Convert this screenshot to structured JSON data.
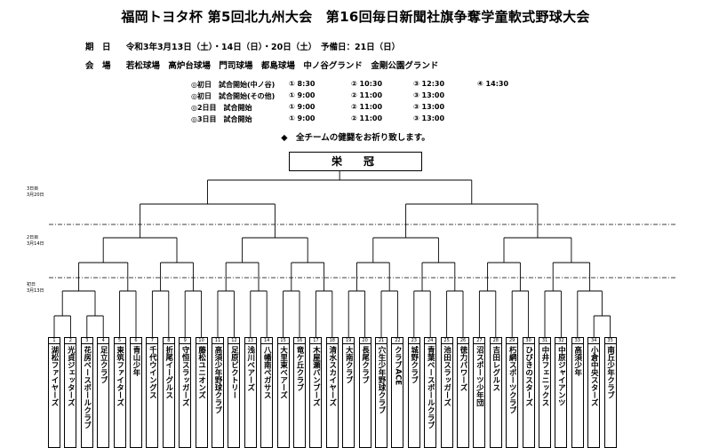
{
  "title": "福岡トヨタ杯 第5回北九州大会　第16回毎日新聞社旗争奪学童軟式野球大会",
  "dates": {
    "label": "期　日",
    "value": "令和3年3月13日（土）・14日（日）・20日（土）　予備日：21日（日）"
  },
  "venues": {
    "label": "会　場",
    "value": "若松球場　高炉台球場　門司球場　都島球場　中ノ谷グランド　金剛公園グランド"
  },
  "schedule": [
    {
      "label": "◎初日　試合開始(中ノ谷)",
      "times": [
        "① 8:30",
        "② 10:30",
        "③ 12:30",
        "④ 14:30"
      ]
    },
    {
      "label": "◎初日　試合開始(その他)",
      "times": [
        "① 9:00",
        "② 11:00",
        "③ 13:00"
      ]
    },
    {
      "label": "◎2日目　試合開始",
      "times": [
        "① 9:00",
        "② 11:00",
        "③ 13:00"
      ]
    },
    {
      "label": "◎3日目　試合開始",
      "times": [
        "① 9:00",
        "② 11:00",
        "③ 13:00"
      ]
    }
  ],
  "prayer": "◆　全チームの健闘をお祈り致します。",
  "champion_label": "栄　冠",
  "day_labels": [
    {
      "day": "3日目",
      "date": "3月20日"
    },
    {
      "day": "2日目",
      "date": "3月14日"
    },
    {
      "day": "初日",
      "date": "3月13日"
    }
  ],
  "teams": [
    {
      "no": "1",
      "name": "湖松ファイヤーズ"
    },
    {
      "no": "2",
      "name": "光貞ジェッターズ"
    },
    {
      "no": "3",
      "name": "花房ベースボールクラブ"
    },
    {
      "no": "4",
      "name": "足立クラブ"
    },
    {
      "no": "5",
      "name": "東筑ファイターズ"
    },
    {
      "no": "6",
      "name": "青山少年"
    },
    {
      "no": "7",
      "name": "千代ウイングス"
    },
    {
      "no": "8",
      "name": "折尾イーグルス"
    },
    {
      "no": "9",
      "name": "守恒スラッガーズ"
    },
    {
      "no": "10",
      "name": "藤松ユニオンズ"
    },
    {
      "no": "11",
      "name": "高須少年野球クラブ"
    },
    {
      "no": "12",
      "name": "足原ビクトリー"
    },
    {
      "no": "13",
      "name": "浅川ベアーズ"
    },
    {
      "no": "14",
      "name": "八幡南ペガサス"
    },
    {
      "no": "15",
      "name": "大里東ベアーズ"
    },
    {
      "no": "16",
      "name": "竜ケ丘クラブ"
    },
    {
      "no": "17",
      "name": "木屋瀬バンブーズ"
    },
    {
      "no": "18",
      "name": "清水スカイヤーズ"
    },
    {
      "no": "19",
      "name": "大南クラブ"
    },
    {
      "no": "20",
      "name": "長尾クラブ"
    },
    {
      "no": "21",
      "name": "穴生少年野球クラブ"
    },
    {
      "no": "22",
      "name": "クラブACE"
    },
    {
      "no": "23",
      "name": "城野クラブ"
    },
    {
      "no": "24",
      "name": "青葉ベースボールクラブ"
    },
    {
      "no": "25",
      "name": "池田スラッガーズ"
    },
    {
      "no": "26",
      "name": "徳力パワーズ"
    },
    {
      "no": "27",
      "name": "沼スポーツ少年団"
    },
    {
      "no": "28",
      "name": "吉田レグルス"
    },
    {
      "no": "29",
      "name": "朽網スポーツクラブ"
    },
    {
      "no": "30",
      "name": "ひびきのスターズ"
    },
    {
      "no": "31",
      "name": "中井フェニックス"
    },
    {
      "no": "32",
      "name": "中原ジャイアンツ"
    },
    {
      "no": "33",
      "name": "高須少年"
    },
    {
      "no": "34",
      "name": "小倉中央スターズ"
    },
    {
      "no": "35",
      "name": "南丘少年クラブ"
    }
  ]
}
